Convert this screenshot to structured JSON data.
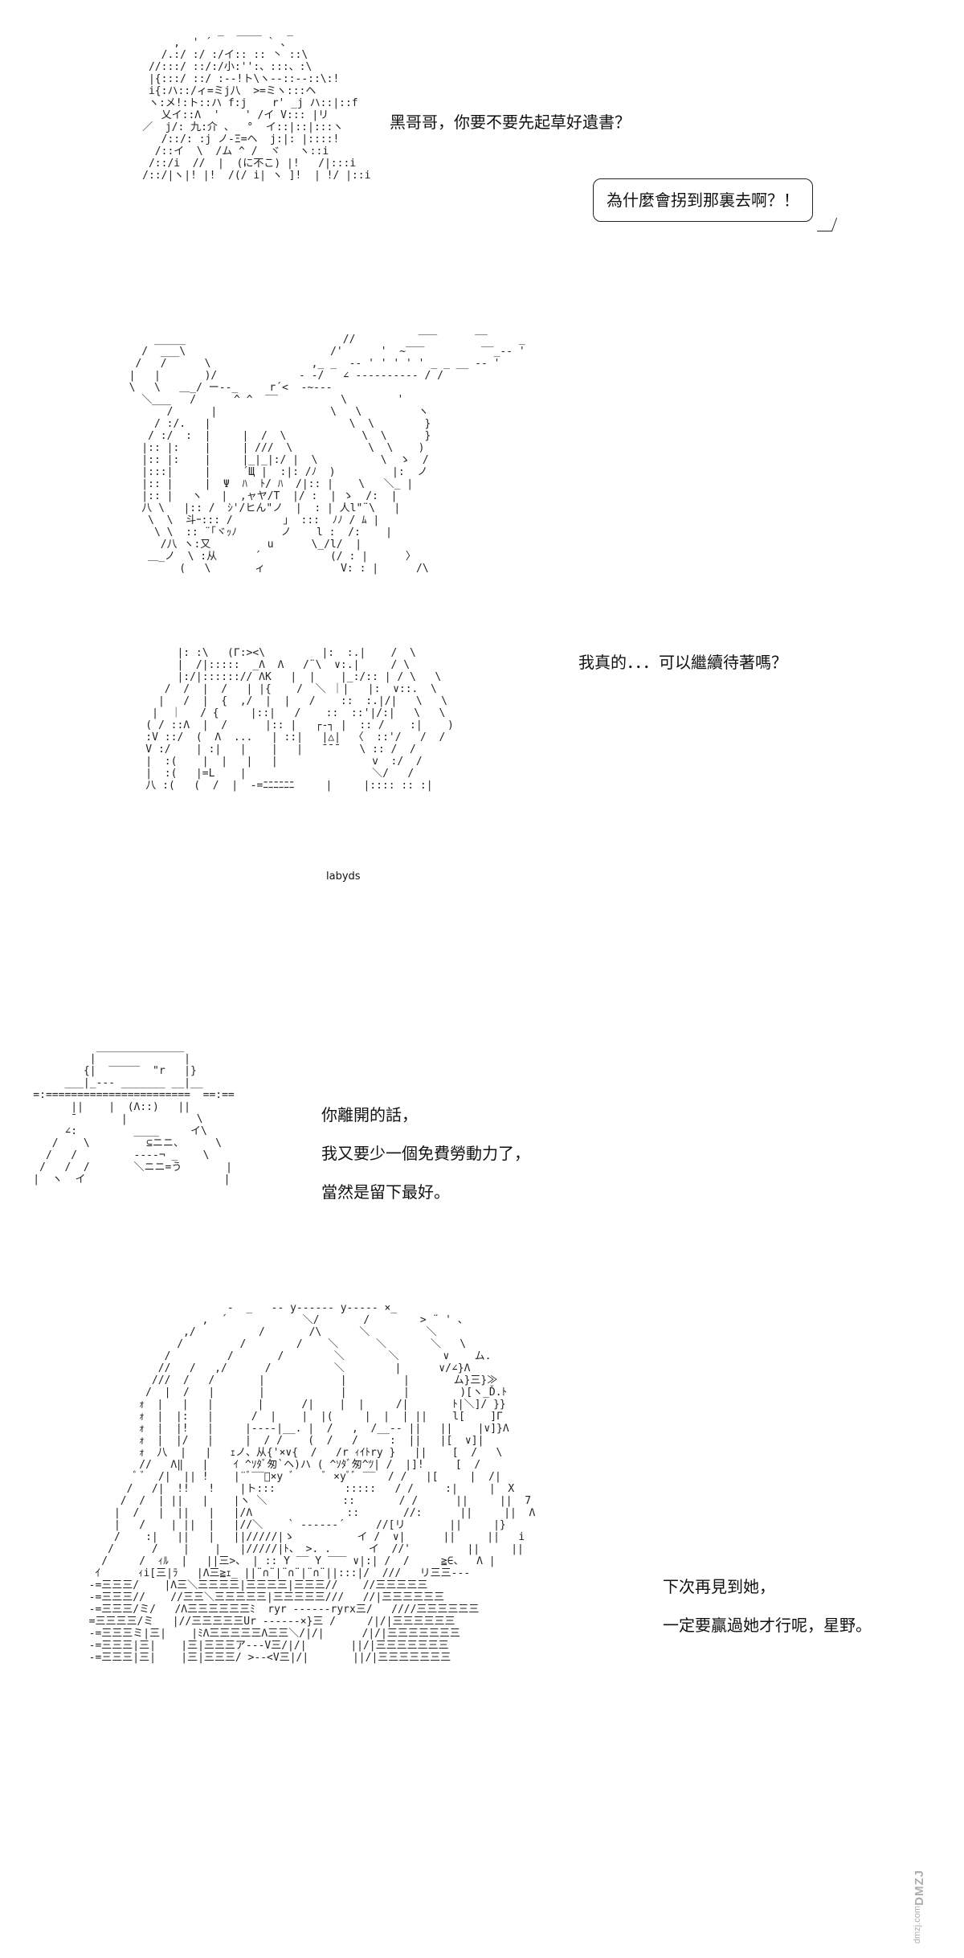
{
  "panels": [
    {
      "dialogue": "黑哥哥，你要不要先起草好遺書？",
      "bubble": "為什麼會拐到那裏去啊？！"
    },
    {
      "dialogue": "我真的．．．可以繼續待著嗎？",
      "tag": "labyds"
    },
    {
      "dialogue_lines": [
        "你離開的話，",
        "我又要少一個免費勞動力了，",
        "當然是留下最好。"
      ]
    },
    {
      "dialogue_lines": [
        "下次再見到她，",
        "一定要贏過她才行呢，星野。"
      ]
    }
  ],
  "watermark": {
    "logo": "DMZJ",
    "site": "dmzj.com"
  }
}
